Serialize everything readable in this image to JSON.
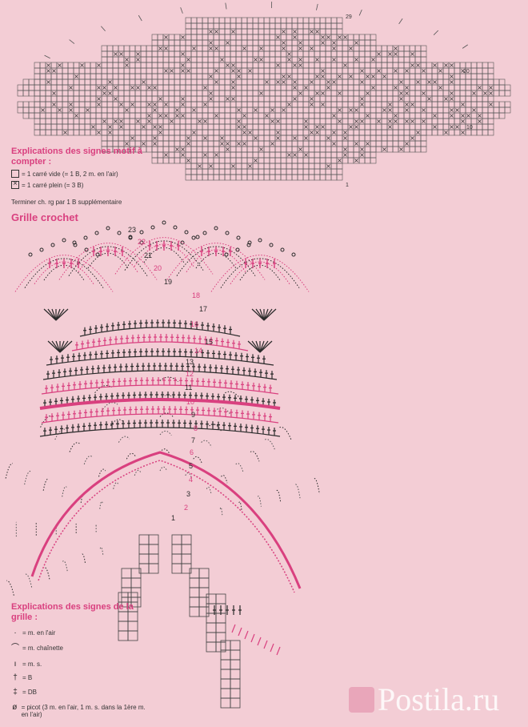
{
  "top_chart": {
    "row_marks": [
      "29",
      "20",
      "10",
      "1"
    ]
  },
  "legend_count": {
    "title": "Explications des signes motif à compter :",
    "empty_square": "= 1 carré vide (= 1 B, 2 m. en l'air)",
    "full_square": "= 1 carré  plein (= 3 B)",
    "note": "Terminer ch. rg par 1 B supplémentaire"
  },
  "grille": {
    "title": "Grille crochet",
    "round_numbers": [
      "1",
      "2",
      "3",
      "4",
      "5",
      "6",
      "7",
      "8",
      "9",
      "10",
      "11",
      "12",
      "13",
      "14",
      "15",
      "16",
      "17",
      "18",
      "19",
      "20",
      "21",
      "22",
      "23"
    ]
  },
  "legend_grille": {
    "title": "Explications des signes de la grille :",
    "items": [
      {
        "symbol": "·",
        "label": "= m. en l'air"
      },
      {
        "symbol": "⌒",
        "label": "= m. chaînette"
      },
      {
        "symbol": "ı",
        "label": "= m. s."
      },
      {
        "symbol": "†",
        "label": "= B"
      },
      {
        "symbol": "‡",
        "label": "= DB"
      },
      {
        "symbol": "ø",
        "label": "= picot (3 m. en l'air, 1 m. s. dans la 1ère m. en l'air)"
      }
    ]
  },
  "watermark": "Postila.ru",
  "colors": {
    "background": "#f3cdd5",
    "accent": "#d9407f",
    "ink": "#333333"
  }
}
